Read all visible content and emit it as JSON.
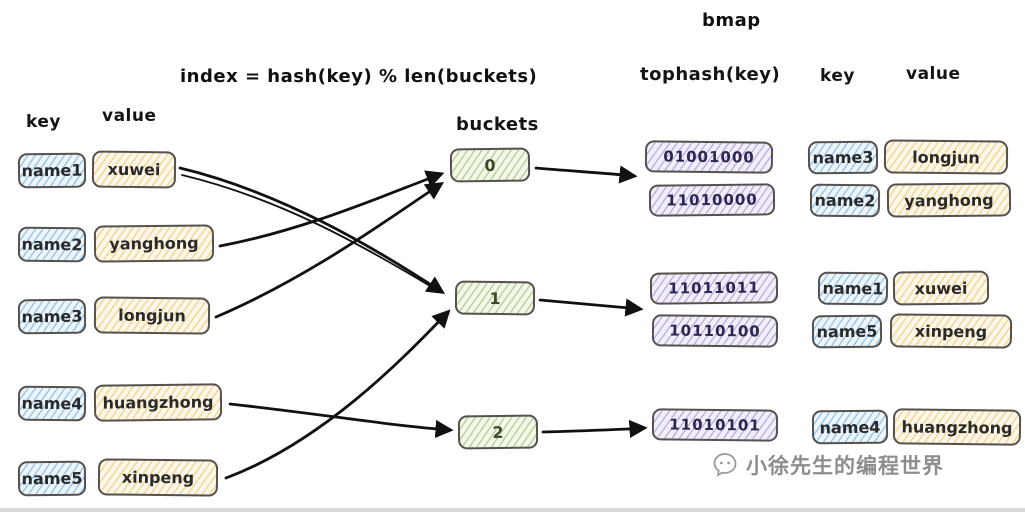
{
  "formula": "index = hash(key) % len(buckets)",
  "left": {
    "key_header": "key",
    "value_header": "value",
    "pairs": [
      {
        "key": "name1",
        "value": "xuwei"
      },
      {
        "key": "name2",
        "value": "yanghong"
      },
      {
        "key": "name3",
        "value": "longjun"
      },
      {
        "key": "name4",
        "value": "huangzhong"
      },
      {
        "key": "name5",
        "value": "xinpeng"
      }
    ]
  },
  "buckets": {
    "label": "buckets",
    "items": [
      "0",
      "1",
      "2"
    ]
  },
  "bmap": {
    "title": "bmap",
    "tophash_header": "tophash(key)",
    "key_header": "key",
    "value_header": "value",
    "groups": [
      {
        "entries": [
          {
            "tophash": "01001000",
            "key": "name3",
            "value": "longjun"
          },
          {
            "tophash": "11010000",
            "key": "name2",
            "value": "yanghong"
          }
        ]
      },
      {
        "entries": [
          {
            "tophash": "11011011",
            "key": "name1",
            "value": "xuwei"
          },
          {
            "tophash": "10110100",
            "key": "name5",
            "value": "xinpeng"
          }
        ]
      },
      {
        "entries": [
          {
            "tophash": "11010101",
            "key": "name4",
            "value": "huangzhong"
          }
        ]
      }
    ]
  },
  "watermark": "小徐先生的编程世界",
  "colors": {
    "key_box": "#bcd9f0",
    "value_box": "#f7d98b",
    "bucket_box": "#cfe3b0",
    "tophash_box": "#cdc3ec",
    "arrow": "#111111",
    "watermark": "#8d8d8d"
  }
}
